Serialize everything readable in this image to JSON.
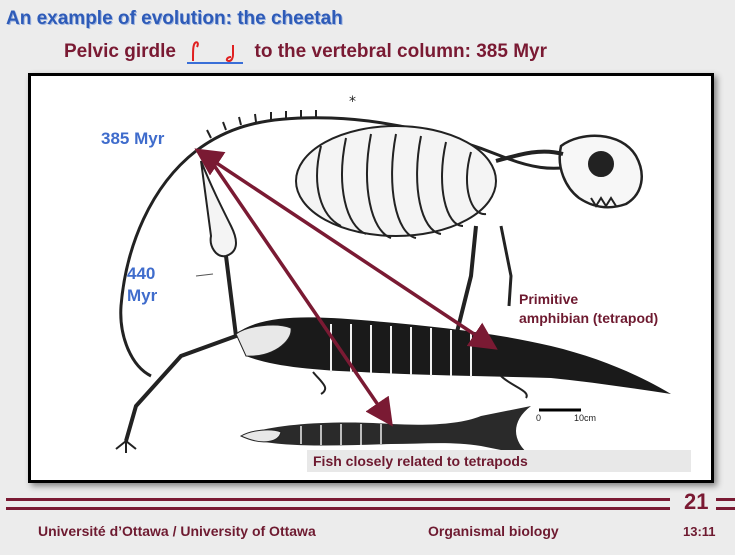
{
  "slide": {
    "title": "An example of evolution: the cheetah",
    "subtitle_left": "Pelvic girdle",
    "subtitle_right": "to the vertebral column: 385 Myr"
  },
  "figure": {
    "label_385": "385 Myr",
    "label_440_num": "440",
    "label_440_unit": "Myr",
    "label_amphibian_line1": "Primitive",
    "label_amphibian_line2": "amphibian (tetrapod)",
    "scale_zero": "0",
    "scale_ten": "10cm",
    "fish_caption": "Fish closely related to tetrapods"
  },
  "footer": {
    "left": "Université d’Ottawa / University of Ottawa",
    "center": "Organismal biology",
    "time": "13:11",
    "slide_number": "21"
  },
  "colors": {
    "title_blue": "#2e5bb8",
    "maroon": "#7a1a33",
    "label_blue": "#3f6ccc",
    "arrow": "#7a1a33",
    "annotation_red": "#e02020"
  }
}
